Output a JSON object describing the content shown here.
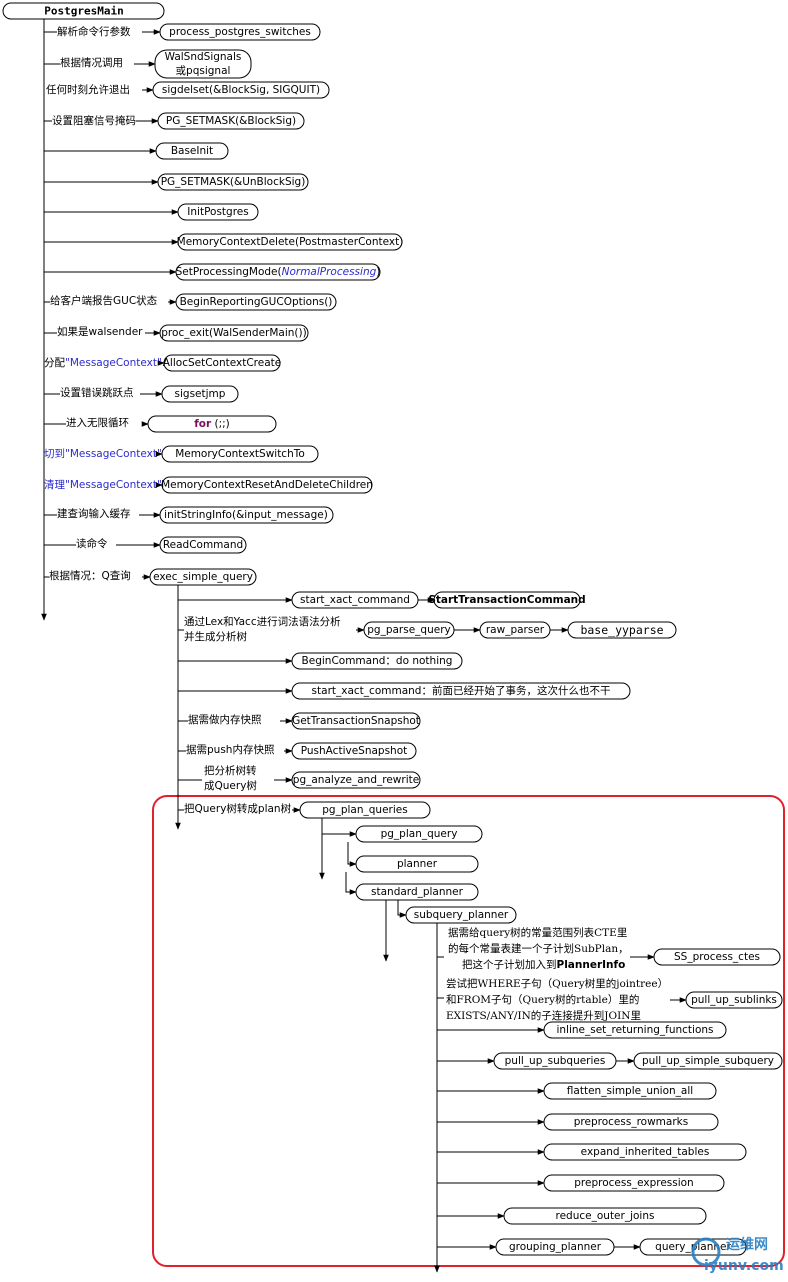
{
  "root": "PostgresMain",
  "nodes": {
    "process_postgres_switches": "process_postgres_switches",
    "walsnd1": "WalSndSignals",
    "walsnd2": "或pqsignal",
    "sigdelset": "sigdelset(&BlockSig, SIGQUIT)",
    "pg_setmask_block": "PG_SETMASK(&BlockSig)",
    "baseinit": "BaseInit",
    "pg_setmask_unblock": "PG_SETMASK(&UnBlockSig)",
    "initpostgres": "InitPostgres",
    "memctxdelete": "MemoryContextDelete(PostmasterContext)",
    "setprocmode_a": "SetProcessingMode(",
    "setprocmode_b": "NormalProcessing",
    "setprocmode_c": ")",
    "beginreporting": "BeginReportingGUCOptions()",
    "proc_exit": "proc_exit(WalSenderMain())",
    "allocset": "AllocSetContextCreate",
    "sigsetjmp": "sigsetjmp",
    "for_a": "for",
    "for_b": " (;;)",
    "memswitch": "MemoryContextSwitchTo",
    "memreset": "MemoryContextResetAndDeleteChildren",
    "initstringinfo": "initStringInfo(&input_message)",
    "readcommand": "ReadCommand",
    "exec_simple_query": "exec_simple_query",
    "start_xact_command": "start_xact_command",
    "starttransactioncommand": "StartTransactionCommand",
    "pg_parse_query": "pg_parse_query",
    "raw_parser": "raw_parser",
    "base_yyparse": "base_yyparse",
    "begincommand": "BeginCommand：do nothing",
    "start_xact_command2": "start_xact_command：前面已经开始了事务，这次什么也不干",
    "gettransactionsnapshot": "GetTransactionSnapshot",
    "pushactivesnapshot": "PushActiveSnapshot",
    "pg_analyze_and_rewrite": "pg_analyze_and_rewrite",
    "pg_plan_queries": "pg_plan_queries",
    "pg_plan_query": "pg_plan_query",
    "planner": "planner",
    "standard_planner": "standard_planner",
    "subquery_planner": "subquery_planner",
    "ss_process_ctes": "SS_process_ctes",
    "pull_up_sublinks": "pull_up_sublinks",
    "inline_set_returning_functions": "inline_set_returning_functions",
    "pull_up_subqueries": "pull_up_subqueries",
    "pull_up_simple_subquery": "pull_up_simple_subquery",
    "flatten_simple_union_all": "flatten_simple_union_all",
    "preprocess_rowmarks": "preprocess_rowmarks",
    "expand_inherited_tables": "expand_inherited_tables",
    "preprocess_expression": "preprocess_expression",
    "reduce_outer_joins": "reduce_outer_joins",
    "grouping_planner": "grouping_planner",
    "query_planner": "query_planner"
  },
  "labels": {
    "parse_args": "解析命令行参数",
    "by_situation_call": "根据情况调用",
    "allow_exit": "任何时刻允许退出",
    "set_block_mask": "设置阻塞信号掩码",
    "report_guc": "给客户端报告GUC状态",
    "if_walsender": "如果是walsender",
    "alloc_prefix": "分配",
    "alloc_ctx": "\"MessageContext\"",
    "set_jump": "设置错误跳跃点",
    "infinite_loop": "进入无限循环",
    "switch_prefix": "切到",
    "switch_ctx": "\"MessageContext\"",
    "reset_prefix": "清理",
    "reset_ctx": "\"MessageContext\"",
    "build_buffer": "建查询输入缓存",
    "read_cmd": "读命令",
    "by_q": "根据情况：Q查询",
    "lex_yacc_1": "通过Lex和Yacc进行词法语法分析",
    "lex_yacc_2": "并生成分析树",
    "need_snapshot": "据需做内存快照",
    "need_push": "据需push内存快照",
    "analyze_1": "把分析树转",
    "analyze_2": "成Query树",
    "to_plan": "把Query树转成plan树",
    "cte_1": "据需给query树的常量范围列表CTE里",
    "cte_2": "的每个常量表建一个子计划SubPlan，",
    "cte_3a": "把这个子计划加入到",
    "cte_3b": "PlannerInfo",
    "sublink_1": "尝试把WHERE子句（Query树里的jointree）",
    "sublink_2": "和FROM子句（Query树的rtable）里的",
    "sublink_3": "EXISTS/ANY/IN的子连接提升到JOIN里",
    "watermark_1": "运维网",
    "watermark_2": "iyunv.com"
  },
  "colors": {
    "highlight_border": "#e0202a",
    "context_text": "#2b2bcc",
    "keyword": "#7a1060",
    "watermark": "#2a7fc4"
  }
}
